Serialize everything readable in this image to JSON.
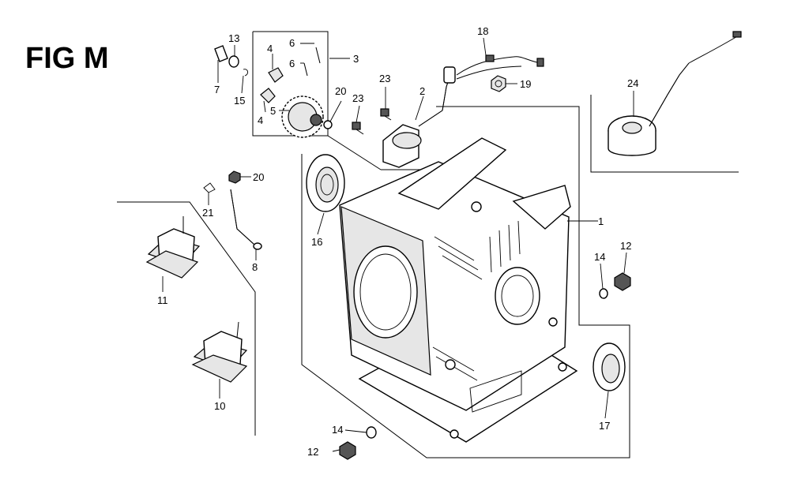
{
  "figure": {
    "title": "FIG M"
  },
  "callouts": {
    "p1": "1",
    "p2": "2",
    "p3": "3",
    "p4a": "4",
    "p4b": "4",
    "p5": "5",
    "p6a": "6",
    "p6b": "6",
    "p7": "7",
    "p8": "8",
    "p10": "10",
    "p11": "11",
    "p12a": "12",
    "p12b": "12",
    "p13": "13",
    "p14a": "14",
    "p14b": "14",
    "p15": "15",
    "p16": "16",
    "p17": "17",
    "p18": "18",
    "p19": "19",
    "p20a": "20",
    "p20b": "20",
    "p21": "21",
    "p23a": "23",
    "p23b": "23",
    "p24": "24"
  }
}
